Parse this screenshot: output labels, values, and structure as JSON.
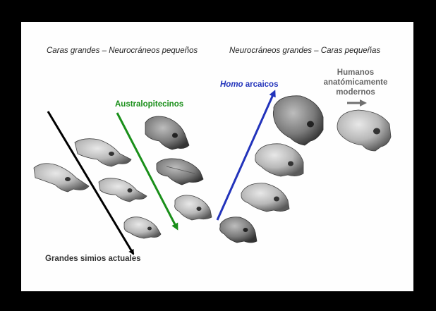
{
  "headers": {
    "left": "Caras grandes – Neurocráneos pequeños",
    "right": "Neurocráneos grandes – Caras pequeñas"
  },
  "labels": {
    "australopitecinos": "Australopitecinos",
    "homo_italic": "Homo",
    "homo_rest": " arcaicos",
    "humanos_line1": "Humanos",
    "humanos_line2": "anatómicamente",
    "humanos_line3": "modernos",
    "grandes_simios": "Grandes simios actuales"
  },
  "colors": {
    "background": "#000000",
    "panel": "#fefefe",
    "black_arrow": "#000000",
    "green_arrow": "#1a8f1a",
    "blue_arrow": "#2233bb",
    "gray_arrow": "#707070"
  },
  "skull_groups": {
    "great_apes": 4,
    "australopithecines": 3,
    "archaic_homo": 4,
    "modern_humans": 1
  }
}
